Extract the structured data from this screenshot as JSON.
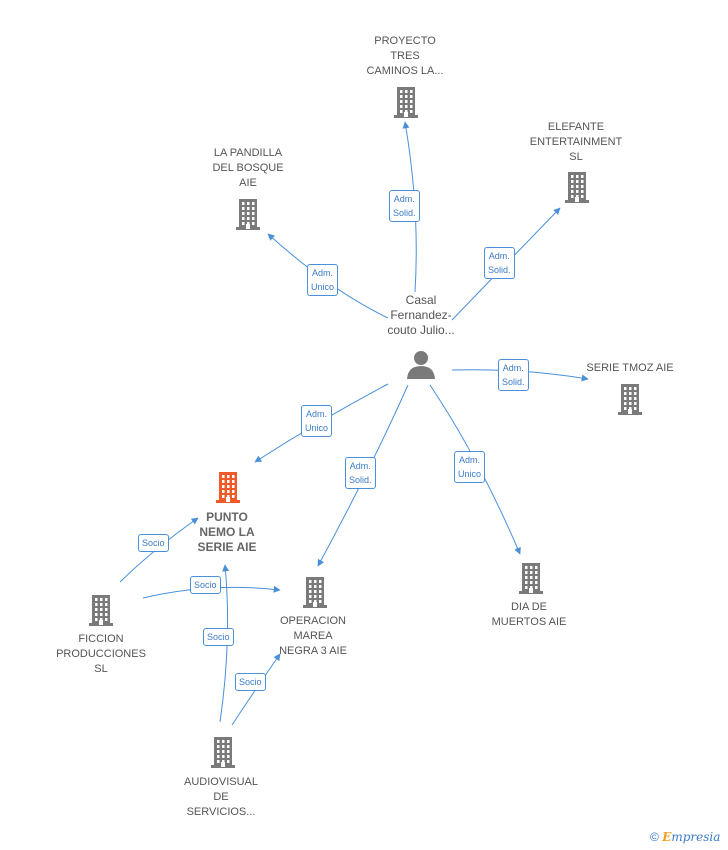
{
  "colors": {
    "edge": "#4a90d9",
    "company": "#7a7a7a",
    "main_company": "#f05a28",
    "person": "#7a7a7a",
    "label_text": "#3a7cc8"
  },
  "nodes": {
    "person": {
      "lines": [
        "Casal",
        "Fernandez-",
        "couto Julio..."
      ],
      "icon": "person-icon"
    },
    "proyecto": {
      "lines": [
        "PROYECTO",
        "TRES",
        "CAMINOS LA..."
      ],
      "icon": "building-icon"
    },
    "elefante": {
      "lines": [
        "ELEFANTE",
        "ENTERTAINMENT",
        "SL"
      ],
      "icon": "building-icon"
    },
    "pandilla": {
      "lines": [
        "LA PANDILLA",
        "DEL BOSQUE",
        "AIE"
      ],
      "icon": "building-icon"
    },
    "tmoz": {
      "lines": [
        "SERIE TMOZ AIE"
      ],
      "icon": "building-icon"
    },
    "punto": {
      "lines": [
        "PUNTO",
        "NEMO LA",
        "SERIE AIE"
      ],
      "icon": "building-icon"
    },
    "operacion": {
      "lines": [
        "OPERACION",
        "MAREA",
        "NEGRA 3  AIE"
      ],
      "icon": "building-icon"
    },
    "dia": {
      "lines": [
        "DIA DE",
        "MUERTOS  AIE"
      ],
      "icon": "building-icon"
    },
    "ficcion": {
      "lines": [
        "FICCION",
        "PRODUCCIONES",
        "SL"
      ],
      "icon": "building-icon"
    },
    "audiovisual": {
      "lines": [
        "AUDIOVISUAL",
        "DE",
        "SERVICIOS..."
      ],
      "icon": "building-icon"
    }
  },
  "edge_labels": {
    "person_proyecto": [
      "Adm.",
      "Solid."
    ],
    "person_elefante": [
      "Adm.",
      "Solid."
    ],
    "person_pandilla": [
      "Adm.",
      "Unico"
    ],
    "person_tmoz": [
      "Adm.",
      "Solid."
    ],
    "person_punto": [
      "Adm.",
      "Unico"
    ],
    "person_operacion": [
      "Adm.",
      "Solid."
    ],
    "person_dia": [
      "Adm.",
      "Unico"
    ],
    "ficcion_punto": [
      "Socio"
    ],
    "ficcion_operacion": [
      "Socio"
    ],
    "audiovisual_punto": [
      "Socio"
    ],
    "audiovisual_operacion": [
      "Socio"
    ]
  },
  "brand": {
    "copyright": "©",
    "first_letter": "E",
    "rest": "mpresia"
  }
}
